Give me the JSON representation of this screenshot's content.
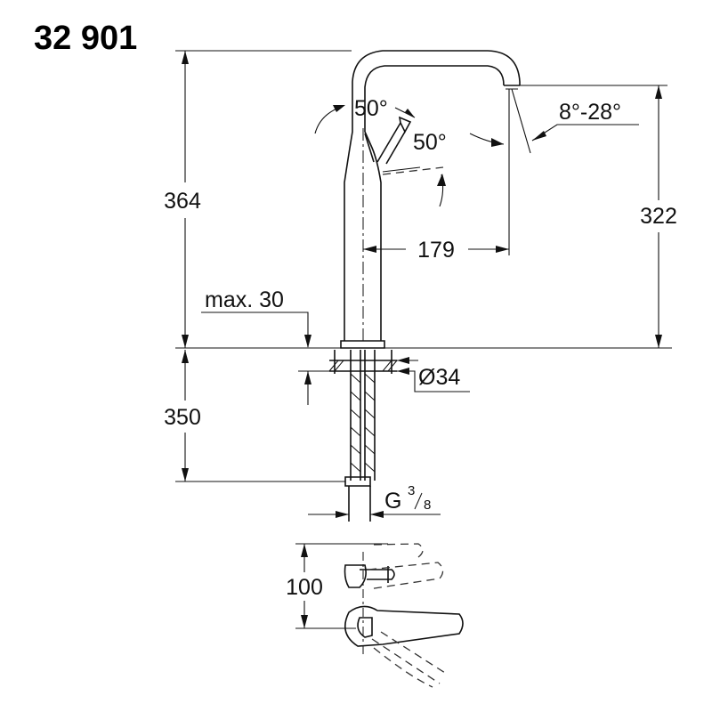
{
  "title": "32 901",
  "dimensions": {
    "total_height": "364",
    "outlet_height": "322",
    "reach": "179",
    "lever_angle": "50°",
    "spout_angle": "50°",
    "outlet_tilt": "8°-28°",
    "max_counter": "max. 30",
    "hole_diameter": "Ø34",
    "hose_length": "350",
    "connection_g": "G",
    "connection_num": "3",
    "connection_den": "8",
    "top_view_depth": "100"
  }
}
